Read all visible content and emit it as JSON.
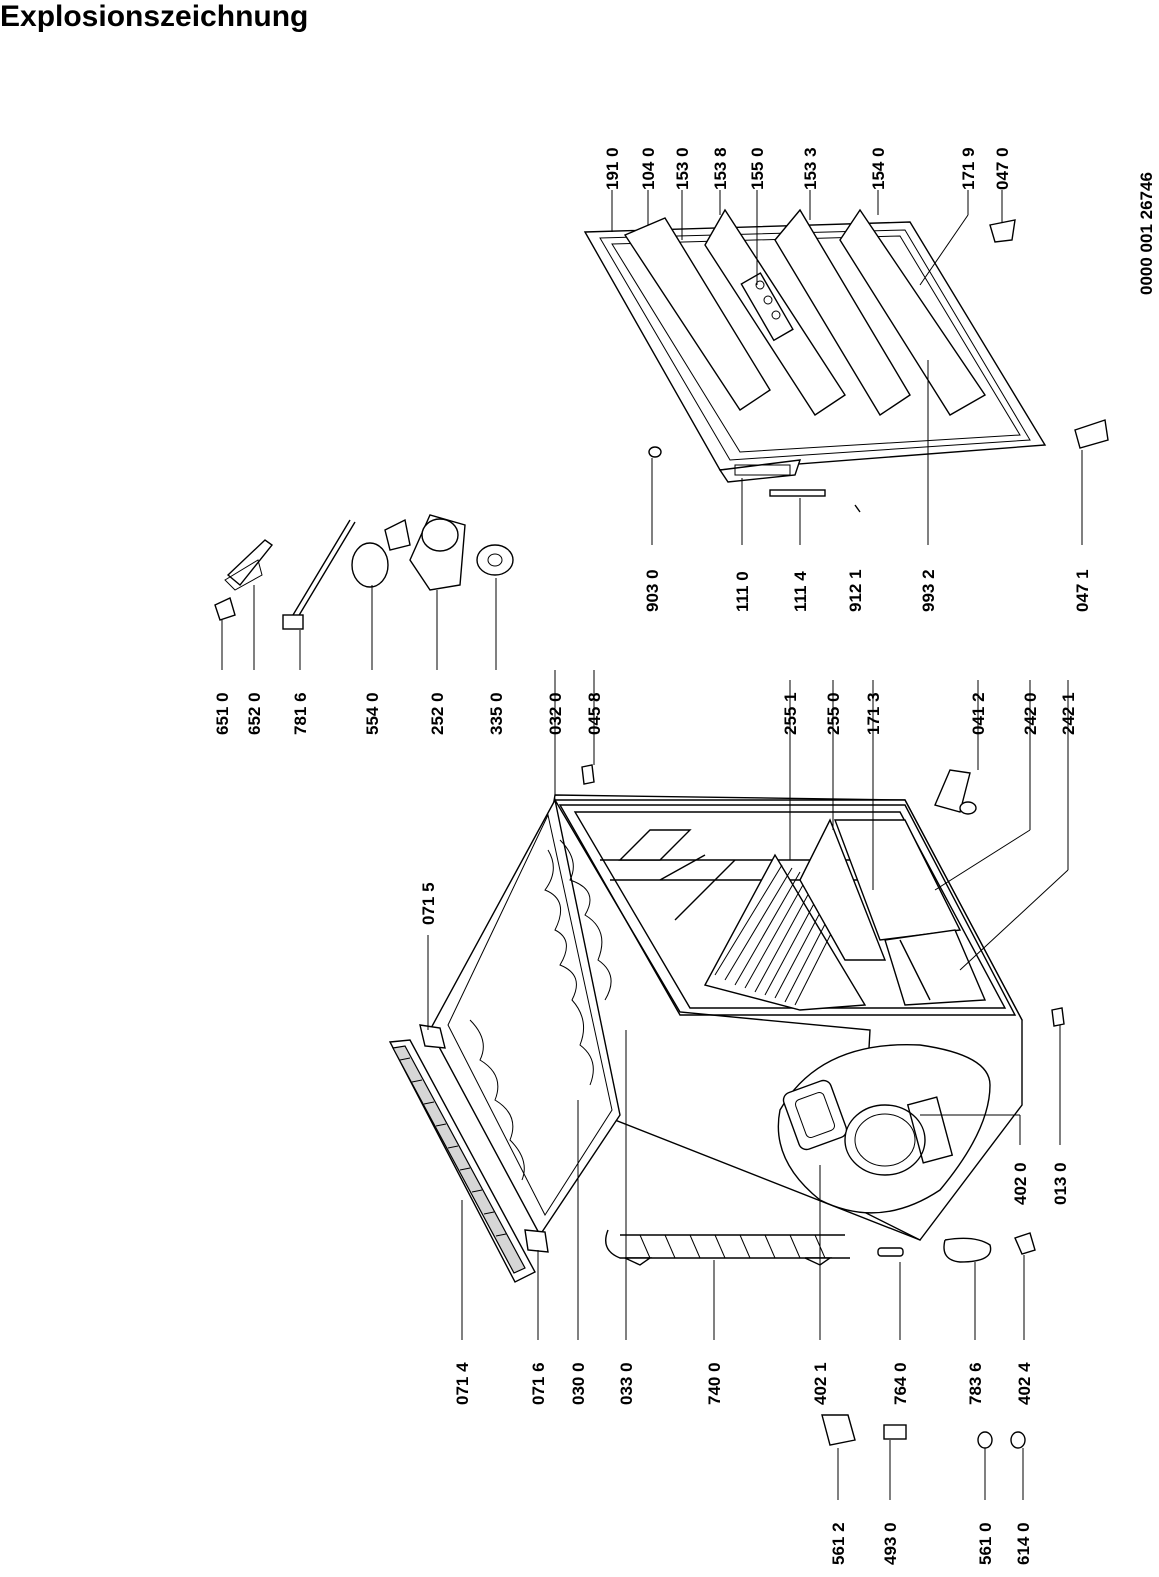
{
  "title": "Explosionszeichnung",
  "drawing_number": "0000 001 26746",
  "labels": {
    "l0714": "071 4",
    "l0716": "071 6",
    "l0300": "030 0",
    "l0330": "033 0",
    "l7400": "740 0",
    "l4021": "402 1",
    "l7640": "764 0",
    "l7836": "783 6",
    "l4024": "402 4",
    "l5612": "561 2",
    "l4930": "493 0",
    "l5610": "561 0",
    "l6140": "614 0",
    "l0715": "071 5",
    "l4020": "402 0",
    "l0130": "013 0",
    "l6510": "651 0",
    "l6520": "652 0",
    "l7816": "781 6",
    "l5540": "554 0",
    "l2520": "252 0",
    "l3350": "335 0",
    "l0320": "032 0",
    "l0458": "045 8",
    "l2551": "255 1",
    "l2550": "255 0",
    "l1713": "171 3",
    "l0412": "041 2",
    "l2420": "242 0",
    "l2421": "242 1",
    "l9030": "903 0",
    "l1110": "111 0",
    "l1114": "111 4",
    "l9121": "912 1",
    "l9932": "993 2",
    "l0471": "047 1",
    "l1910": "191 0",
    "l1040": "104 0",
    "l1530": "153 0",
    "l1538": "153 8",
    "l1550": "155 0",
    "l1533": "153 3",
    "l1540": "154 0",
    "l1719": "171 9",
    "l0470": "047 0"
  }
}
